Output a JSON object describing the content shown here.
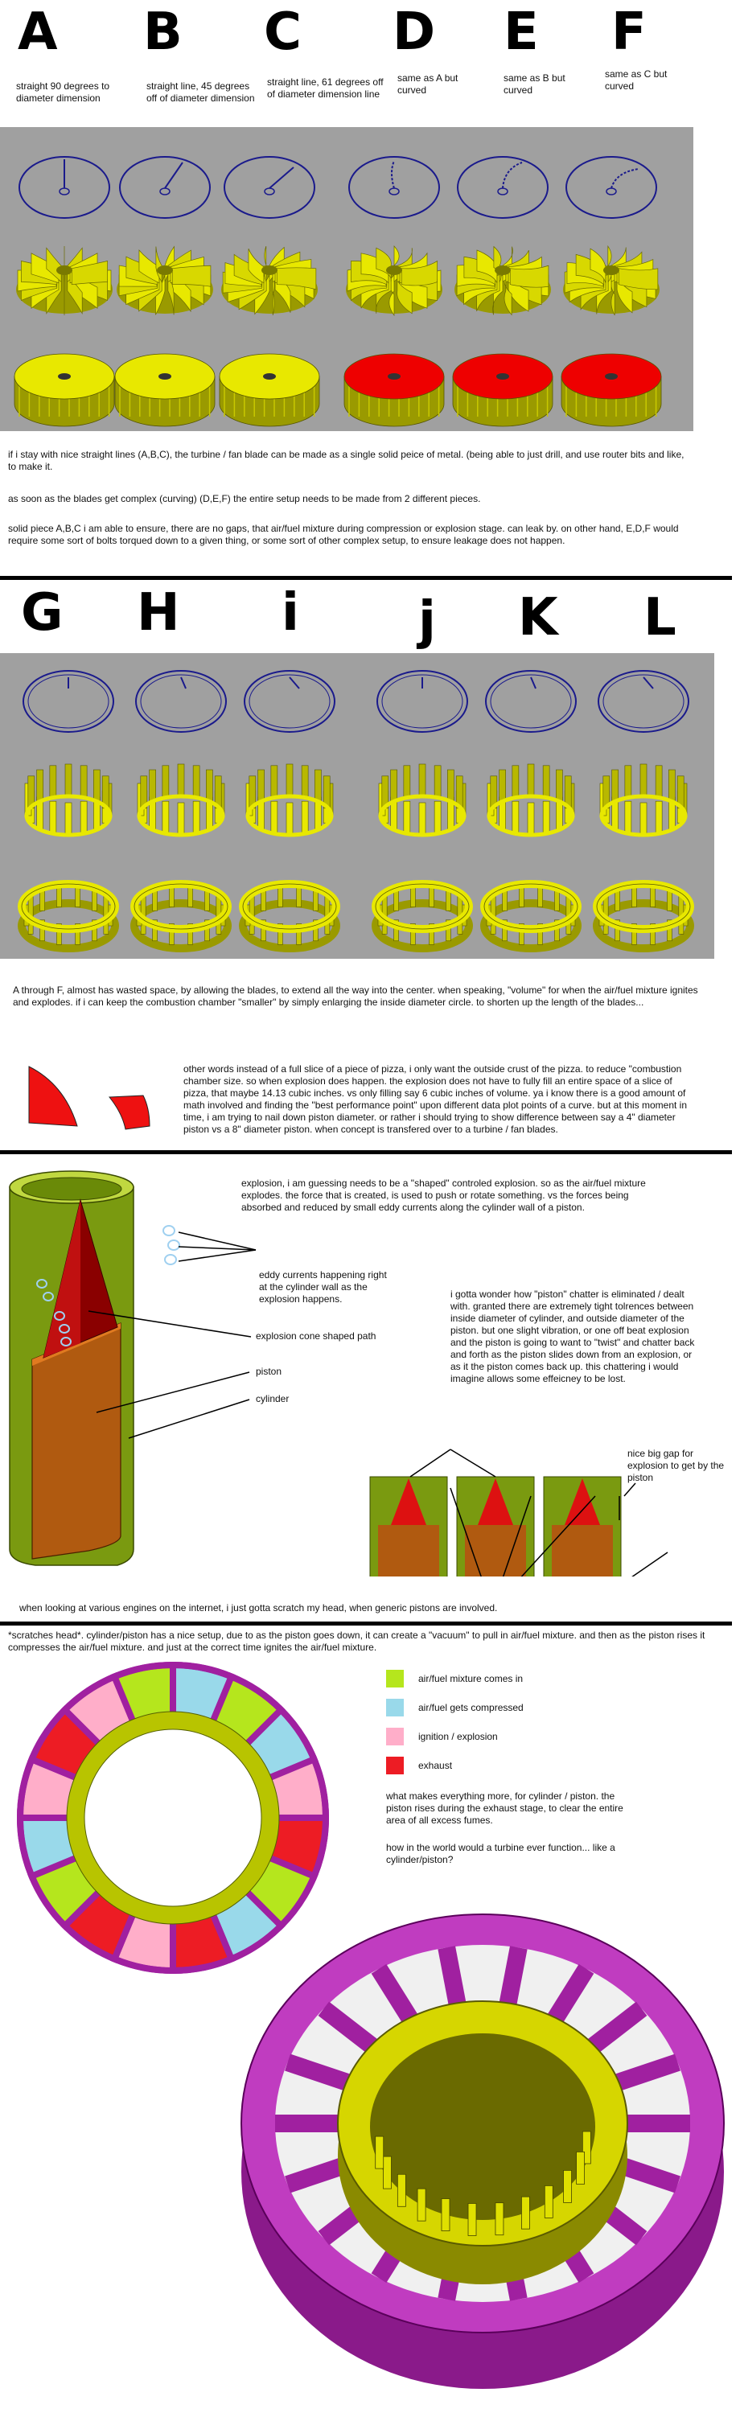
{
  "row1": {
    "letters": [
      "A",
      "B",
      "C",
      "D",
      "E",
      "F"
    ],
    "captions": [
      "straight 90 degrees to diameter dimension",
      "straight line, 45 degrees off of diameter dimension",
      "straight line, 61 degrees off of diameter dimension line",
      "same as A but curved",
      "same as B but curved",
      "same as C but curved"
    ]
  },
  "text1": {
    "p1": "if i stay with nice straight lines (A,B,C), the turbine / fan blade can be made as a single solid peice of metal. (being able to just drill, and use router bits and like, to make it.",
    "p2": "as soon as the blades get complex (curving) (D,E,F)  the entire setup needs to be made from 2 different pieces.",
    "p3": "solid piece A,B,C i am able to ensure, there are no gaps, that air/fuel mixture during compression or explosion stage. can leak by.  on other hand, E,D,F would require some sort of bolts torqued down to a given thing, or some sort of other complex setup, to ensure leakage does not happen."
  },
  "row2": {
    "letters": [
      "G",
      "H",
      "i",
      "j",
      "K",
      "L"
    ]
  },
  "text2": {
    "p1": "A through F, almost has wasted space,  by allowing the blades, to extend all the way into the center.  when speaking, \"volume\" for when the air/fuel mixture ignites and explodes.  if i can keep the combustion chamber \"smaller\" by simply enlarging the inside diameter circle. to shorten up the length of the blades...",
    "p2": "other words instead of a full slice of a piece of pizza,  i only want the outside crust of the pizza. to reduce \"combustion chamber size.  so when explosion does happen.  the explosion does not have to fully fill an entire space of a slice of pizza, that maybe 14.13 cubic inches. vs only filling say 6 cubic inches of volume. ya i know there is a good amount of math involved and finding the \"best performance point\" upon different data plot points of a curve.  but at this moment in time, i am trying to nail down piston diameter.  or rather i should trying to show difference between say a 4\" diameter piston vs a 8\" diameter piston. when concept is transfered over to a turbine / fan blades."
  },
  "piston": {
    "intro": "explosion, i am guessing needs to be a \"shaped\" controled explosion.  so as the air/fuel mixture explodes. the force that is created, is used to push or rotate something.  vs the forces being absorbed and reduced by small eddy currents along the cylinder wall of a piston.",
    "eddy_label": "eddy currents happening right at the cylinder wall as the explosion happens.",
    "cone_label": "explosion cone shaped path",
    "piston_label": "piston",
    "cylinder_label": "cylinder",
    "chatter": "i gotta wonder how \"piston\" chatter is eliminated / dealt with.  granted there are extremely tight tolrences between inside diameter of cylinder, and outside diameter of the piston.  but one slight vibration, or one off beat explosion and the piston is going to want to \"twist\" and chatter back and forth as the piston slides down from an explosion, or as it the piston comes back up.  this chattering i would imagine allows some effeicney to be lost.",
    "gap_label": "nice big gap for explosion to get by the piston",
    "footer": "when looking at various engines on the internet, i just gotta scratch my head, when generic pistons are involved."
  },
  "text3": {
    "p1": "*scratches head*.  cylinder/piston has a nice setup, due to as the piston goes down, it can create a \"vacuum\" to pull in air/fuel mixture.  and then as the piston rises it compresses the air/fuel mixture.  and just at the correct time ignites the air/fuel mixture."
  },
  "legend": {
    "items": [
      {
        "label": "air/fuel mixture comes in",
        "color": "#b5e61d"
      },
      {
        "label": "air/fuel gets compressed",
        "color": "#99d9ea"
      },
      {
        "label": "ignition / explosion",
        "color": "#ffaec9"
      },
      {
        "label": "exhaust",
        "color": "#ed1c24"
      }
    ]
  },
  "text4": {
    "p1": "what makes everything more, for cylinder / piston. the piston rises during the exhaust stage, to clear the entire area of all excess fumes.",
    "p2": "how in the world would a turbine ever function... like a cylinder/piston?"
  },
  "colors": {
    "yellow": "#e8e800",
    "yellow_dark": "#9a9a00",
    "red": "#ee0000",
    "navy": "#1a1a8c",
    "purple": "#a020a0",
    "olive": "#7a9a10",
    "brown": "#b05a10",
    "maroon": "#8a0000",
    "panel": "#a0a0a0"
  }
}
